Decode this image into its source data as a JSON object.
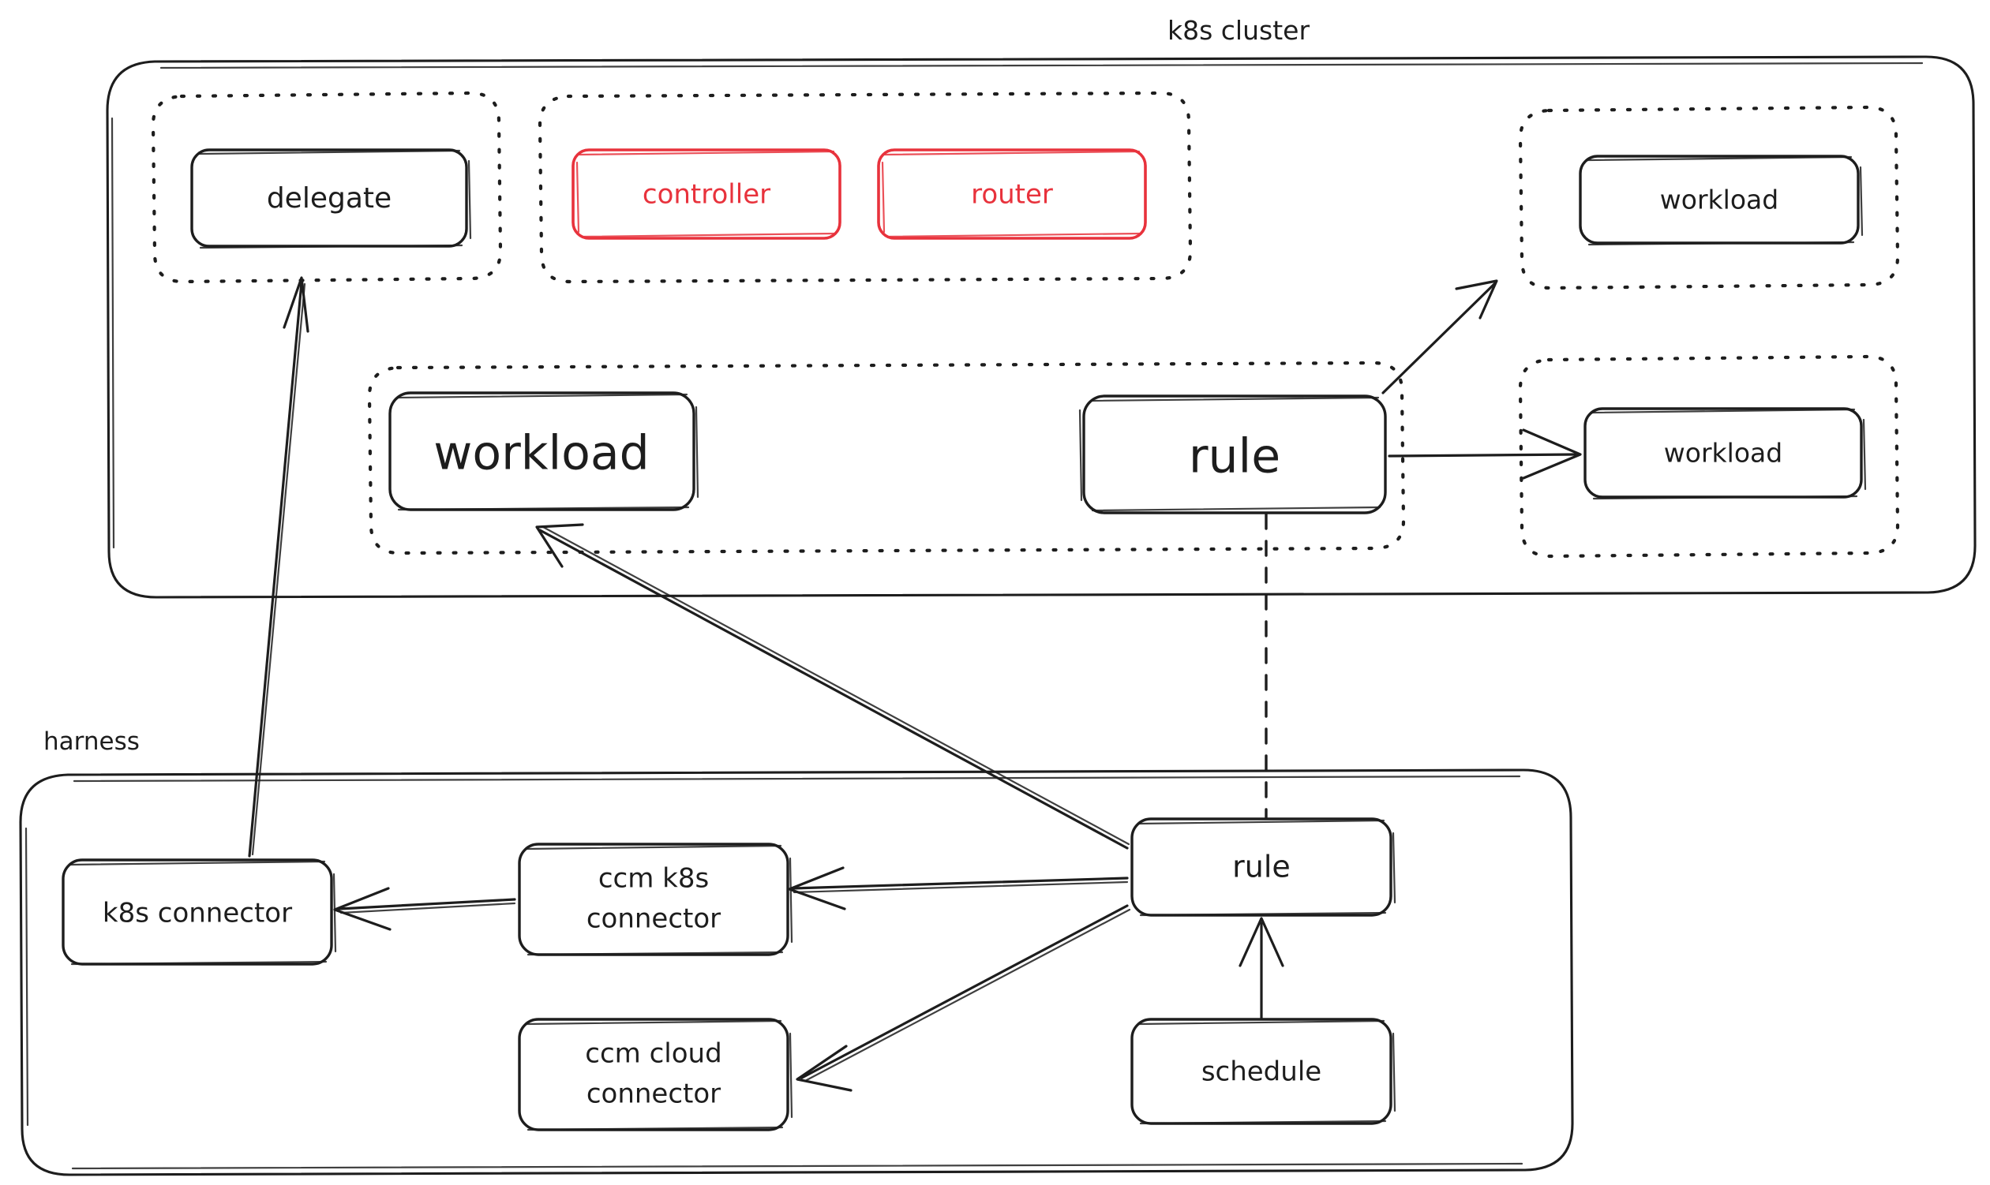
{
  "diagram": {
    "title": "k8s cluster / harness architecture",
    "colors": {
      "ink": "#1d1d1d",
      "accent_red": "#e8323c",
      "background": "#ffffff"
    },
    "groups": [
      {
        "id": "k8s-cluster",
        "label": "k8s cluster",
        "style": "solid"
      },
      {
        "id": "harness",
        "label": "harness",
        "style": "solid"
      }
    ],
    "namespaces": [
      {
        "id": "ns-delegate",
        "label": "",
        "style": "dotted"
      },
      {
        "id": "ns-controller-router",
        "label": "",
        "style": "dotted"
      },
      {
        "id": "ns-workload-top-right",
        "label": "",
        "style": "dotted"
      },
      {
        "id": "ns-workload-mid",
        "label": "",
        "style": "dotted"
      },
      {
        "id": "ns-workload-bottom-right",
        "label": "",
        "style": "dotted"
      }
    ],
    "nodes": {
      "delegate": {
        "label": "delegate",
        "color": "ink"
      },
      "controller": {
        "label": "controller",
        "color": "red"
      },
      "router": {
        "label": "router",
        "color": "red"
      },
      "workload_top_right": {
        "label": "workload",
        "color": "ink"
      },
      "workload_mid": {
        "label": "workload",
        "color": "ink"
      },
      "workload_bot_right": {
        "label": "workload",
        "color": "ink"
      },
      "rule_cluster": {
        "label": "rule",
        "color": "ink"
      },
      "k8s_connector": {
        "label": "k8s connector",
        "color": "ink"
      },
      "ccm_k8s_connector": {
        "label": "ccm k8s\nconnector",
        "color": "ink",
        "lines": [
          "ccm k8s",
          "connector"
        ]
      },
      "ccm_cloud_connector": {
        "label": "ccm cloud\nconnector",
        "color": "ink",
        "lines": [
          "ccm cloud",
          "connector"
        ]
      },
      "rule_harness": {
        "label": "rule",
        "color": "ink"
      },
      "schedule": {
        "label": "schedule",
        "color": "ink"
      }
    },
    "edges": [
      {
        "from": "k8s_connector",
        "to": "delegate",
        "style": "solid",
        "arrow": "to"
      },
      {
        "from": "rule_cluster",
        "to": "workload_top_right",
        "style": "solid",
        "arrow": "to"
      },
      {
        "from": "rule_cluster",
        "to": "workload_bot_right",
        "style": "solid",
        "arrow": "to"
      },
      {
        "from": "rule_harness",
        "to": "workload_mid",
        "style": "solid",
        "arrow": "to"
      },
      {
        "from": "rule_harness",
        "to": "ccm_k8s_connector",
        "style": "solid",
        "arrow": "to"
      },
      {
        "from": "rule_harness",
        "to": "ccm_cloud_connector",
        "style": "solid",
        "arrow": "to"
      },
      {
        "from": "ccm_k8s_connector",
        "to": "k8s_connector",
        "style": "solid",
        "arrow": "to"
      },
      {
        "from": "schedule",
        "to": "rule_harness",
        "style": "solid",
        "arrow": "to"
      },
      {
        "from": "rule_cluster",
        "to": "rule_harness",
        "style": "dashed",
        "arrow": "none"
      }
    ]
  }
}
